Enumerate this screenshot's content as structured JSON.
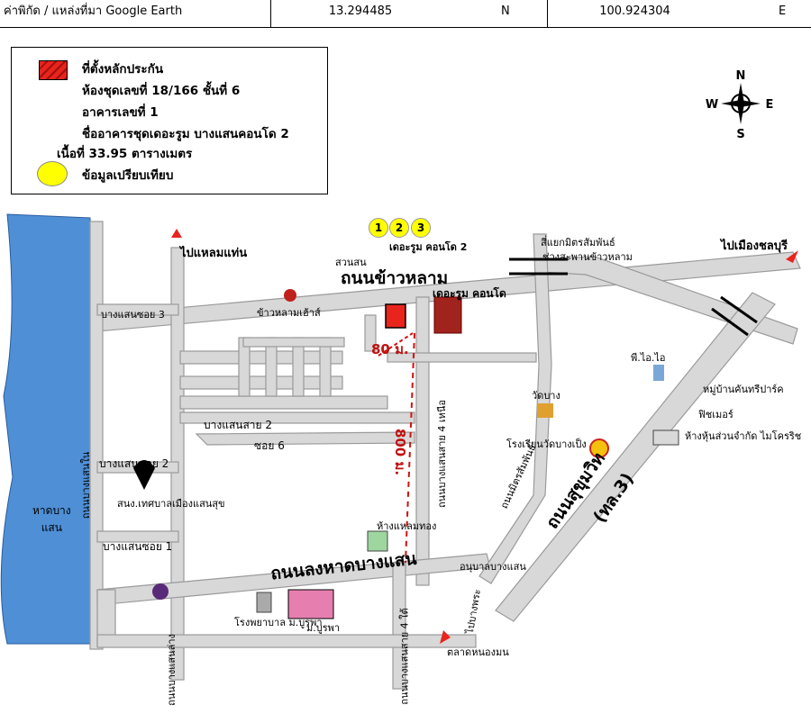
{
  "coords": {
    "label": "ค่าพิกัด / แหล่งที่มา Google Earth",
    "lat": "13.294485",
    "lat_dir": "N",
    "lon": "100.924304",
    "lon_dir": "E"
  },
  "legend": {
    "collateral_title": "ที่ตั้งหลักประกัน",
    "unit_line": "ห้องชุดเลขที่ 18/166 ชั้นที่ 6",
    "building_line": "อาคารเลขที่ 1",
    "name_line": "ชื่ออาคารชุดเดอะรูม บางแสนคอนโด 2",
    "area_line": "เนื้อที่ 33.95 ตารางเมตร",
    "comparable_label": "ข้อมูลเปรียบเทียบ",
    "colors": {
      "collateral": "#e8241d",
      "comparable": "#ffff00"
    }
  },
  "compass": {
    "n": "N",
    "s": "S",
    "e": "E",
    "w": "W"
  },
  "comparables": [
    "1",
    "2",
    "3"
  ],
  "labels": {
    "condo2": "เดอะรูม คอนโด 2",
    "condo": "เดอะรูม คอนโด",
    "khao_lam_rd": "ถนนข้าวหลาม",
    "phaem_thaen": "ไปแหลมแท่น",
    "chonburi": "ไปเมืองชลบุรี",
    "soi3": "บางแสนซอย 3",
    "soi2": "บางแสนซอย 2",
    "soi1": "บางแสนซอย 1",
    "sai2": "บางแสนสาย 2",
    "soi6": "ซอย 6",
    "beach": "หาดบาง\nแสน",
    "khao_lam_house": "ข้าวหลามเฮ้าส์",
    "intersection": "สี่แยกมิตรสัมพันธ์",
    "overpass": "ช่วงสะพานข้าวหลาม",
    "dist80": "80 ม.",
    "dist800": "800 ม.",
    "sai4_n": "ถนนบางแสนสาย 4 เหนือ",
    "sai4_s": "ถนนบางแสนสาย 4 ใต้",
    "mitrsamphan": "ถนนมิตรสัมพันธ์",
    "sukhumvit": "ถนนสุขุมวิท",
    "route3": "(ทล.3)",
    "long_hat": "ถนนลงหาดบางแสน",
    "bangsaen_lang": "ถนนบางแสนล่าง",
    "bangsaen_nai": "ถนนบางแสนใน",
    "nongmon": "ตลาดหนองมน",
    "bangphra": "ไปบางพระ",
    "wat": "วัดบาง",
    "school": "โรงเรียนวัดบางเป็ง",
    "pt": "พี.ไอ.ไอ",
    "village": "หมู่บ้านคันทรีปาร์ค",
    "makro": "ฟิชเมอร์",
    "store": "ห้างหุ้นส่วนจำกัด ไมโครริช",
    "suan": "สวนสน",
    "hospital": "โรงพยาบาล ม.บูรพา",
    "uni": "ม.บูรพา",
    "mall": "ห้างแหลมทอง",
    "anubal": "อนุบาลบางแสน",
    "muang": "สนง.เทศบาลเมืองแสนสุข"
  }
}
